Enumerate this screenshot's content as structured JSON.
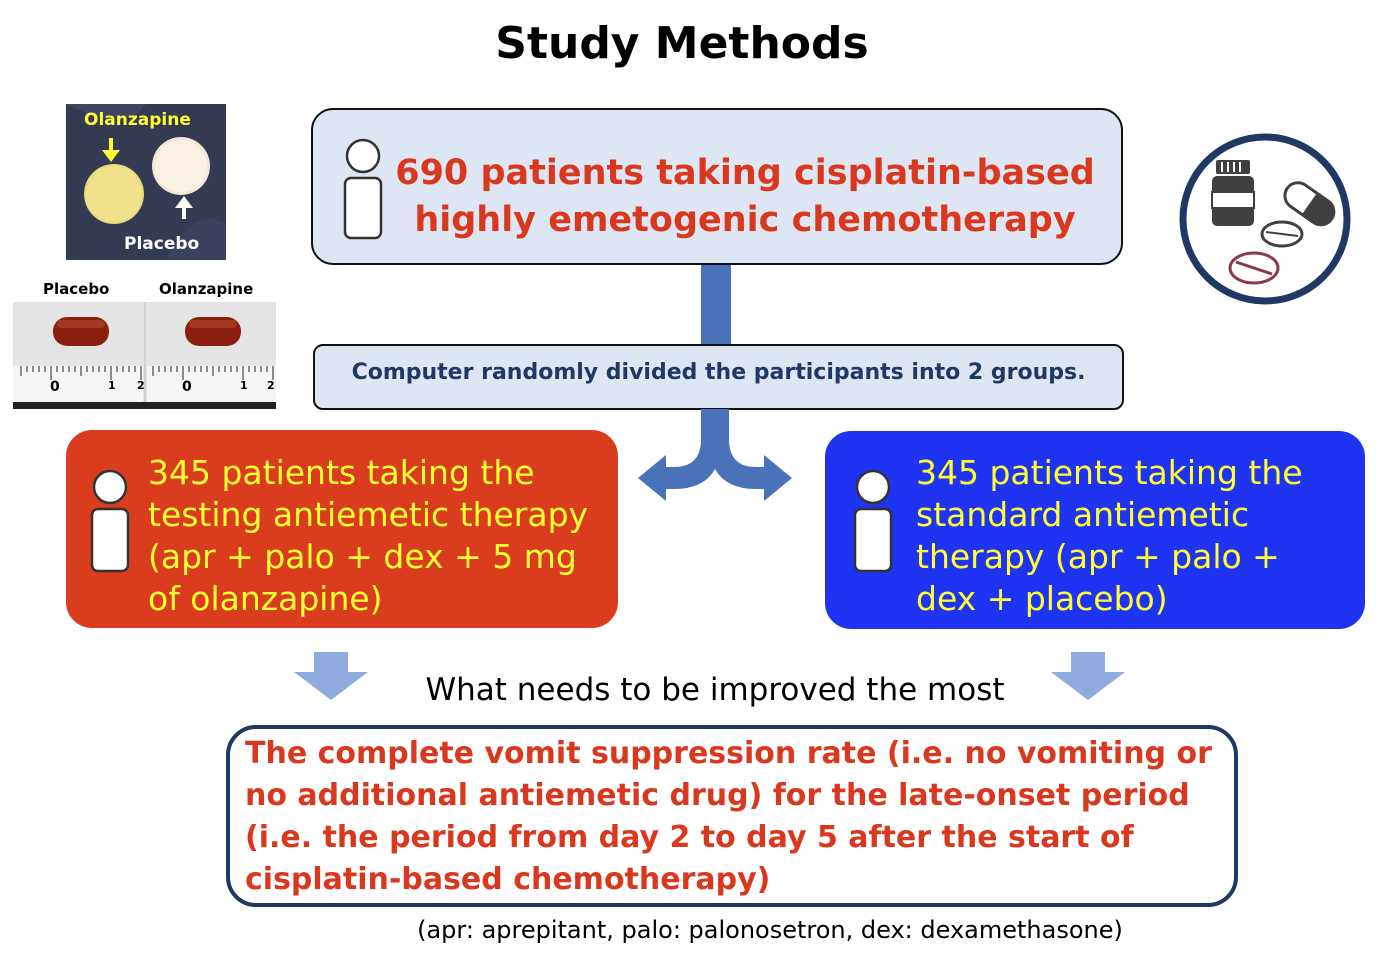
{
  "title": "Study Methods",
  "total_box": {
    "line1": "690 patients taking cisplatin-based",
    "line2": "highly emetogenic chemotherapy"
  },
  "randomization": "Computer randomly divided the participants into 2 groups.",
  "test_group": {
    "lines": [
      "345 patients taking the",
      "testing antiemetic therapy",
      "(apr + palo + dex + 5 mg",
      "of olanzapine)"
    ]
  },
  "standard_group": {
    "lines": [
      "345 patients taking the",
      "standard antiemetic",
      "therapy (apr + palo +",
      "dex + placebo)"
    ]
  },
  "improve_label": "What needs to be improved the most",
  "outcome": {
    "lines": [
      "The complete vomit suppression rate (i.e. no vomiting or",
      "no additional antiemetic drug) for the late-onset period",
      "(i.e. the period from day 2 to day 5 after the start of",
      "cisplatin-based chemotherapy)"
    ]
  },
  "abbreviations": "(apr: aprepitant, palo: palonosetron, dex: dexamethasone)",
  "photo_tablets": {
    "label_olanzapine": "Olanzapine",
    "label_placebo": "Placebo"
  },
  "photo_capsules": {
    "label_placebo": "Placebo",
    "label_olanzapine": "Olanzapine",
    "ruler_left": [
      "0",
      "1",
      "2"
    ],
    "ruler_right": [
      "0",
      "1",
      "2"
    ]
  },
  "colors": {
    "accent_red": "#d9381e",
    "test_box": "#da3c1e",
    "standard_box": "#1f34f2",
    "highlight_text": "#ffff33",
    "navy": "#1f3864",
    "arrow_blue": "#4a72b8",
    "light_arrow": "#8faadc"
  },
  "icons": [
    "person-icon",
    "medicine-icon",
    "split-arrow-icon",
    "down-arrow-icon"
  ]
}
